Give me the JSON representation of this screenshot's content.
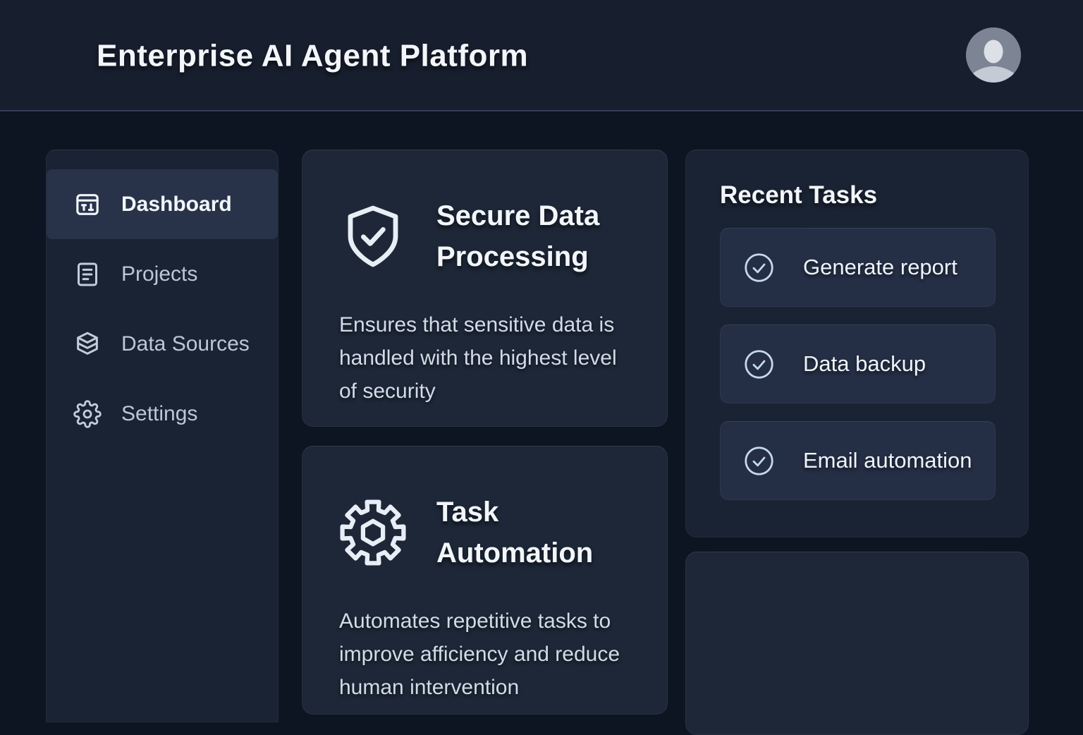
{
  "header": {
    "title": "Enterprise AI Agent Platform",
    "avatar_icon": "user-avatar-icon"
  },
  "sidebar": {
    "items": [
      {
        "label": "Dashboard",
        "icon": "dashboard-icon",
        "active": true
      },
      {
        "label": "Projects",
        "icon": "projects-icon",
        "active": false
      },
      {
        "label": "Data Sources",
        "icon": "data-sources-icon",
        "active": false
      },
      {
        "label": "Settings",
        "icon": "settings-gear-icon",
        "active": false
      }
    ]
  },
  "features": [
    {
      "title": "Secure Data Processing",
      "icon": "shield-check-icon",
      "description": "Ensures that sensitive data is handled with the highest level of security"
    },
    {
      "title": "Task Automation",
      "icon": "gear-icon",
      "description": "Automates repetitive tasks to improve afficiency and reduce human intervention"
    }
  ],
  "recent_tasks": {
    "heading": "Recent Tasks",
    "tasks": [
      {
        "label": "Generate report",
        "icon": "check-circle-icon"
      },
      {
        "label": "Data backup",
        "icon": "check-circle-icon"
      },
      {
        "label": "Email automation",
        "icon": "check-circle-icon"
      }
    ]
  },
  "colors": {
    "content_bg": "#0d1422",
    "header_bg": "#171e2d",
    "panel_bg": "#1a2333",
    "card_bg": "#1d2737",
    "item_bg": "#242e44",
    "active_bg": "#28334a",
    "text_primary": "#f2f6fa",
    "text_secondary": "#d2dbe8",
    "text_sidebar": "#bcc6d6",
    "icon_stroke": "#e8eef5",
    "check_icon": "#c6d8ec"
  }
}
